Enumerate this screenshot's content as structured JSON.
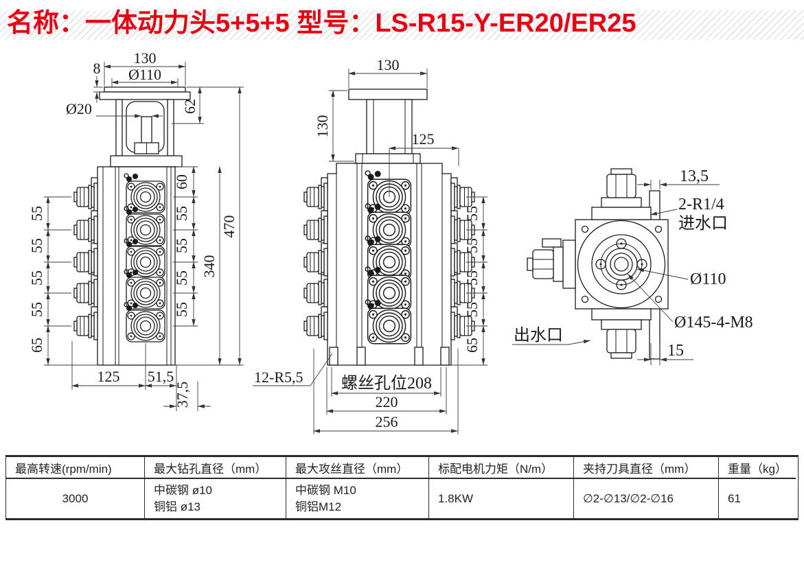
{
  "title": {
    "text": "名称：一体动力头5+5+5 型号：LS-R15-Y-ER20/ER25",
    "color": "#e60012"
  },
  "views": {
    "left": {
      "top_width": "130",
      "flange_bore": "Ø110",
      "plate_thickness": "8",
      "rod_dia": "Ø20",
      "column_height": "62",
      "right_chain": [
        "60",
        "55",
        "55",
        "55",
        "55"
      ],
      "left_chain": [
        "55",
        "55",
        "55",
        "55",
        "65"
      ],
      "body_height": "340",
      "total_height": "470",
      "bottom_dims": [
        "125",
        "51,5"
      ],
      "nose_offset": "37,5"
    },
    "middle": {
      "top_width": "130",
      "column_height": "130",
      "center_offset": "125",
      "right_chain": [
        "55",
        "55",
        "55",
        "55",
        "65"
      ],
      "slot_note": "12-R5,5",
      "screw_span": "螺丝孔位208",
      "body_width": "220",
      "overall_width": "256"
    },
    "right": {
      "bracket_offset": "13,5",
      "inlet_note": [
        "2-R1/4",
        "进水口"
      ],
      "flange_dia": "Ø110",
      "bolt_circle": "Ø145-4-M8",
      "outlet_note": "出水口",
      "edge_offset": "15"
    }
  },
  "table": {
    "columns": [
      {
        "header": "最高转速(rpm/min)",
        "lines": [
          "3000"
        ]
      },
      {
        "header": "最大钻孔直径（mm）",
        "lines": [
          "中碳钢 ø10",
          "铜铝 ø13"
        ]
      },
      {
        "header": "最大攻丝直径（mm）",
        "lines": [
          "中碳钢 M10",
          "铜铝M12"
        ]
      },
      {
        "header": "标配电机力矩（N/m）",
        "lines": [
          "1.8KW"
        ]
      },
      {
        "header": "夹持刀具直径（mm）",
        "lines": [
          "∅2-∅13/∅2-∅16"
        ]
      },
      {
        "header": "重量（kg）",
        "lines": [
          "61"
        ]
      }
    ]
  }
}
